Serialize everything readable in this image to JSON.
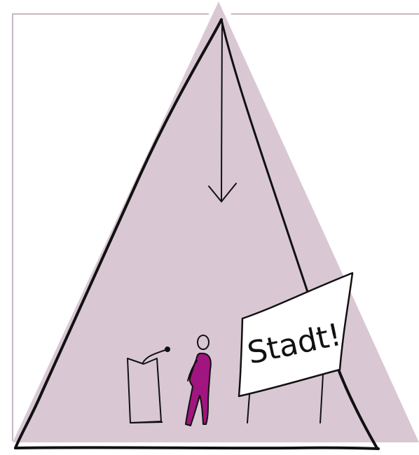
{
  "illustration": {
    "sign_text": "Stadt!",
    "colors": {
      "background": "#ffffff",
      "frame": "#c9b5c3",
      "light_cone": "#d9c8d4",
      "ink": "#111111",
      "figure": "#a0157f",
      "sign_fill": "#ffffff"
    },
    "elements": {
      "frame": "frame-border",
      "cone": "light-cone",
      "pyramid": "pyramid-outline",
      "arrow": "down-arrow-icon",
      "lectern": "lectern-icon",
      "microphone": "microphone-icon",
      "figure": "person-figure",
      "sign": "sign-board"
    }
  }
}
